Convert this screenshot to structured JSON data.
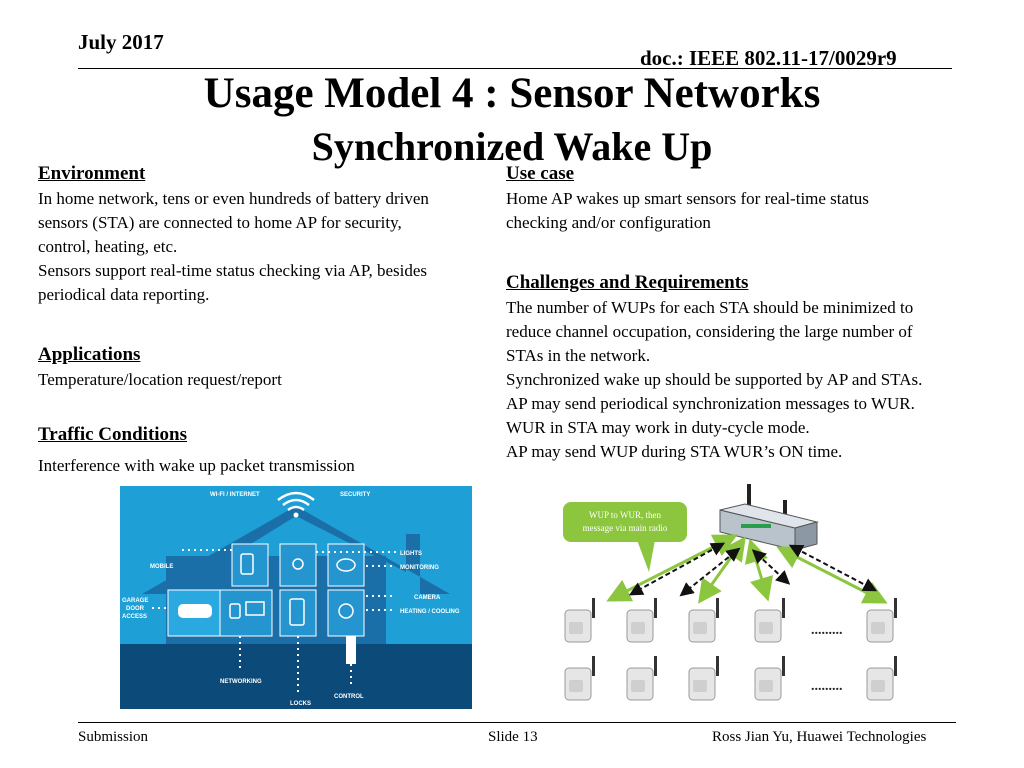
{
  "header": {
    "date": "July 2017",
    "doc": "doc.: IEEE 802.11-17/0029r9"
  },
  "title": "Usage Model 4 : Sensor Networks",
  "subtitle": "Synchronized Wake Up",
  "left": {
    "environment": {
      "heading": "Environment",
      "lines": [
        "In home network, tens or even hundreds of battery driven",
        "sensors (STA) are connected to home AP for security,",
        "control, heating, etc.",
        "Sensors support real-time status checking via AP, besides",
        "periodical data reporting."
      ]
    },
    "applications": {
      "heading": "Applications",
      "lines": [
        "Temperature/location request/report"
      ]
    },
    "traffic": {
      "heading": "Traffic Conditions",
      "lines": [
        "Interference with wake up packet transmission"
      ]
    }
  },
  "right": {
    "usecase": {
      "heading": "Use case",
      "lines": [
        "Home AP wakes up smart sensors for real-time status",
        "checking and/or configuration"
      ]
    },
    "challenges": {
      "heading": "Challenges  and Requirements",
      "lines": [
        "The number of WUPs for each STA should be minimized to",
        "reduce channel occupation, considering the large number of",
        "STAs in the network.",
        "Synchronized wake up should be supported by AP and STAs.",
        "AP may send periodical synchronization messages to WUR.",
        "WUR in STA may work in duty-cycle mode.",
        "AP may send WUP during STA WUR’s ON time."
      ]
    }
  },
  "house_diagram": {
    "labels": {
      "wifi": "WI-FI / INTERNET",
      "security": "SECURITY",
      "mobile": "MOBILE",
      "lights": "LIGHTS",
      "monitoring": "MONITORING",
      "garage1": "GARAGE",
      "garage2": "DOOR",
      "garage3": "ACCESS",
      "camera": "CAMERA",
      "heating": "HEATING / COOLING",
      "networking": "NETWORKING",
      "locks": "LOCKS",
      "control": "CONTROL"
    },
    "colors": {
      "bg": "#1e9fd6",
      "house": "#1b6fa8",
      "ground": "#0c4a7a"
    }
  },
  "network_diagram": {
    "callout_line1": "WUP to WUR, then",
    "callout_line2": "message via main radio",
    "dots": ".........",
    "colors": {
      "callout": "#8cc63f",
      "arrow": "#8cc63f"
    }
  },
  "footer": {
    "left": "Submission",
    "center": "Slide 13",
    "right": "Ross Jian Yu, Huawei Technologies"
  }
}
